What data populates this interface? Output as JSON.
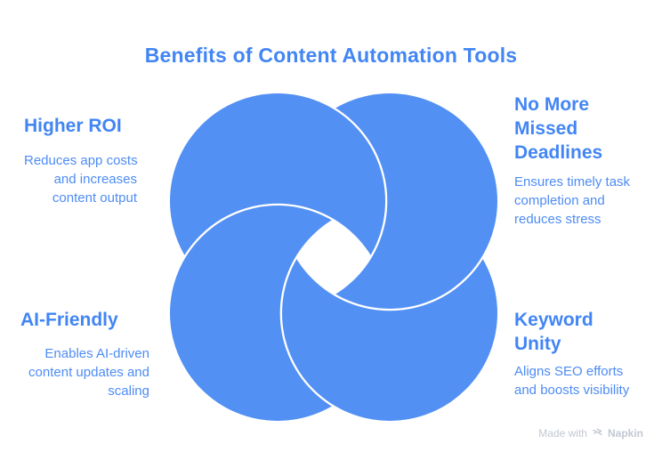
{
  "title": "Benefits of Content Automation Tools",
  "colors": {
    "title": "#4285F4",
    "heading": "#4285F4",
    "body_text": "#4E8CF4",
    "circle_fill": "#5390F4",
    "watermark": "#C2C8D3",
    "background": "#FFFFFF"
  },
  "diagram": {
    "type": "interlocked-circles-pinwheel",
    "segments": 4
  },
  "labels": [
    {
      "id": "higher-roi",
      "position": "top-left",
      "heading_lines": [
        "Higher ROI"
      ],
      "body_lines": [
        "Reduces app costs",
        "and increases",
        "content output"
      ]
    },
    {
      "id": "no-more-missed-deadlines",
      "position": "top-right",
      "heading_lines": [
        "No More",
        "Missed",
        "Deadlines"
      ],
      "body_lines": [
        "Ensures timely task",
        "completion and",
        "reduces stress"
      ]
    },
    {
      "id": "ai-friendly",
      "position": "bottom-left",
      "heading_lines": [
        "AI-Friendly"
      ],
      "body_lines": [
        "Enables AI-driven",
        "content updates and",
        "scaling"
      ]
    },
    {
      "id": "keyword-unity",
      "position": "bottom-right",
      "heading_lines": [
        "Keyword",
        "Unity"
      ],
      "body_lines": [
        "Aligns SEO efforts",
        "and boosts visibility"
      ]
    }
  ],
  "watermark": {
    "prefix": "Made with",
    "brand": "Napkin",
    "icon": "napkin-scribble-icon"
  }
}
